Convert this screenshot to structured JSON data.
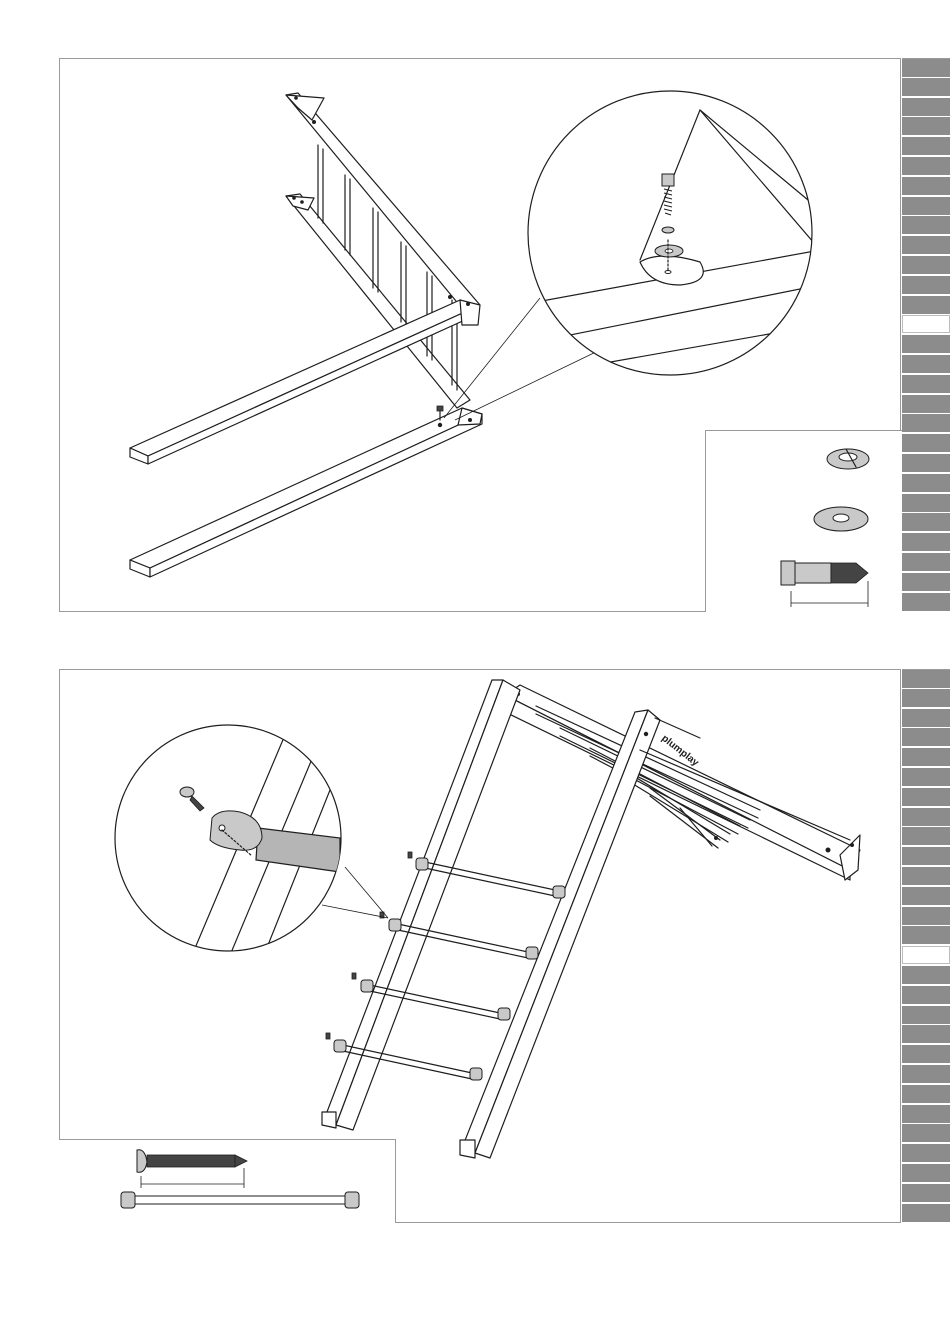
{
  "page": {
    "sections": [
      {
        "id": "step-a",
        "tab_count": 28,
        "active_tab": 13
      },
      {
        "id": "step-b",
        "tab_count": 28,
        "active_tab": 14
      }
    ]
  },
  "branding": {
    "logo_text": "plumplay"
  },
  "colors": {
    "tab_gray": "#8c8c8c",
    "frame_gray": "#9a9a9a",
    "line": "#1e1e1e",
    "metal_fill": "#c9c9c9"
  },
  "icons": {
    "step_a_parts": [
      "spring-washer-icon",
      "flat-washer-icon",
      "lag-bolt-icon"
    ],
    "step_b_parts": [
      "screw-icon",
      "ladder-rung-icon"
    ]
  }
}
